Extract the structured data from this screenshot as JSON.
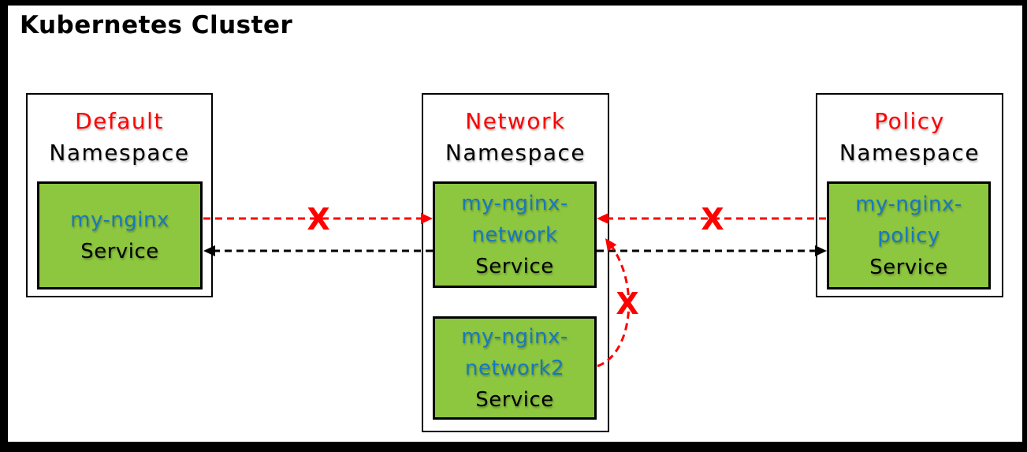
{
  "title": "Kubernetes Cluster",
  "colors": {
    "service_fill": "#8dc63f",
    "blocked_arrow": "#ff0000",
    "allowed_arrow": "#000000",
    "service_name_text": "#1878be",
    "namespace_name_text": "#ff0000",
    "frame": "#000000"
  },
  "namespaces": {
    "default": {
      "name": "Default",
      "kind_label": "Namespace"
    },
    "network": {
      "name": "Network",
      "kind_label": "Namespace"
    },
    "policy": {
      "name": "Policy",
      "kind_label": "Namespace"
    }
  },
  "services": {
    "my_nginx": {
      "name": "my-nginx",
      "kind_label": "Service"
    },
    "my_nginx_network": {
      "name": "my-nginx-network",
      "kind_label": "Service"
    },
    "my_nginx_network2": {
      "name": "my-nginx-network2",
      "kind_label": "Service"
    },
    "my_nginx_policy": {
      "name": "my-nginx-policy",
      "kind_label": "Service"
    }
  },
  "connections": [
    {
      "from": "my-nginx",
      "to": "my-nginx-network",
      "line": "red-dashed",
      "status": "blocked",
      "marker": "X"
    },
    {
      "from": "my-nginx-network",
      "to": "my-nginx",
      "line": "black-dashed",
      "status": "allowed",
      "marker": ""
    },
    {
      "from": "my-nginx-policy",
      "to": "my-nginx-network",
      "line": "red-dashed",
      "status": "blocked",
      "marker": "X"
    },
    {
      "from": "my-nginx-network",
      "to": "my-nginx-policy",
      "line": "black-dashed",
      "status": "allowed",
      "marker": ""
    },
    {
      "from": "my-nginx-network2",
      "to": "my-nginx-network",
      "line": "red-dashed-curved",
      "status": "blocked",
      "marker": "X"
    }
  ]
}
